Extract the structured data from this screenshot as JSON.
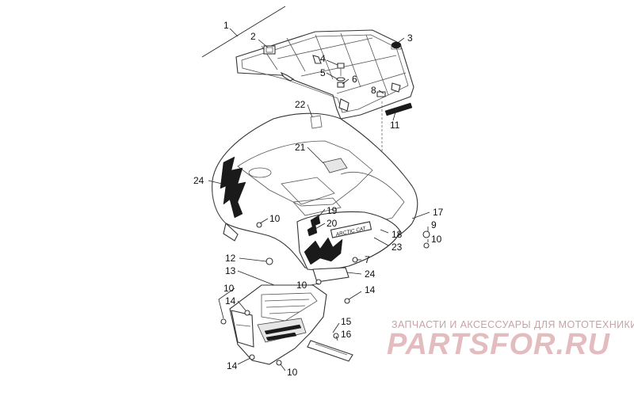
{
  "callouts": [
    {
      "id": "c1",
      "text": "1"
    },
    {
      "id": "c2",
      "text": "2"
    },
    {
      "id": "c3",
      "text": "3"
    },
    {
      "id": "c4",
      "text": "4"
    },
    {
      "id": "c5",
      "text": "5"
    },
    {
      "id": "c6",
      "text": "6"
    },
    {
      "id": "c8",
      "text": "8"
    },
    {
      "id": "c11",
      "text": "11"
    },
    {
      "id": "c22",
      "text": "22"
    },
    {
      "id": "c21",
      "text": "21"
    },
    {
      "id": "c24a",
      "text": "24"
    },
    {
      "id": "c10a",
      "text": "10"
    },
    {
      "id": "c19",
      "text": "19"
    },
    {
      "id": "c20",
      "text": "20"
    },
    {
      "id": "c17",
      "text": "17"
    },
    {
      "id": "c9",
      "text": "9"
    },
    {
      "id": "c18",
      "text": "18"
    },
    {
      "id": "c10b",
      "text": "10"
    },
    {
      "id": "c23",
      "text": "23"
    },
    {
      "id": "c12",
      "text": "12"
    },
    {
      "id": "c7",
      "text": "7"
    },
    {
      "id": "c13",
      "text": "13"
    },
    {
      "id": "c24b",
      "text": "24"
    },
    {
      "id": "c10c",
      "text": "10"
    },
    {
      "id": "c10d",
      "text": "10"
    },
    {
      "id": "c14a",
      "text": "14"
    },
    {
      "id": "c14b",
      "text": "14"
    },
    {
      "id": "c15",
      "text": "15"
    },
    {
      "id": "c16",
      "text": "16"
    },
    {
      "id": "c14c",
      "text": "14"
    },
    {
      "id": "c10e",
      "text": "10"
    }
  ],
  "fender_decal_text": "ARCTIC CAT",
  "watermark": {
    "subtitle": "ЗАПЧАСТИ И АКСЕССУАРЫ ДЛЯ МОТОТЕХНИКИ",
    "brand": "PARTSFOR.RU",
    "color": "#e3bcc0"
  }
}
